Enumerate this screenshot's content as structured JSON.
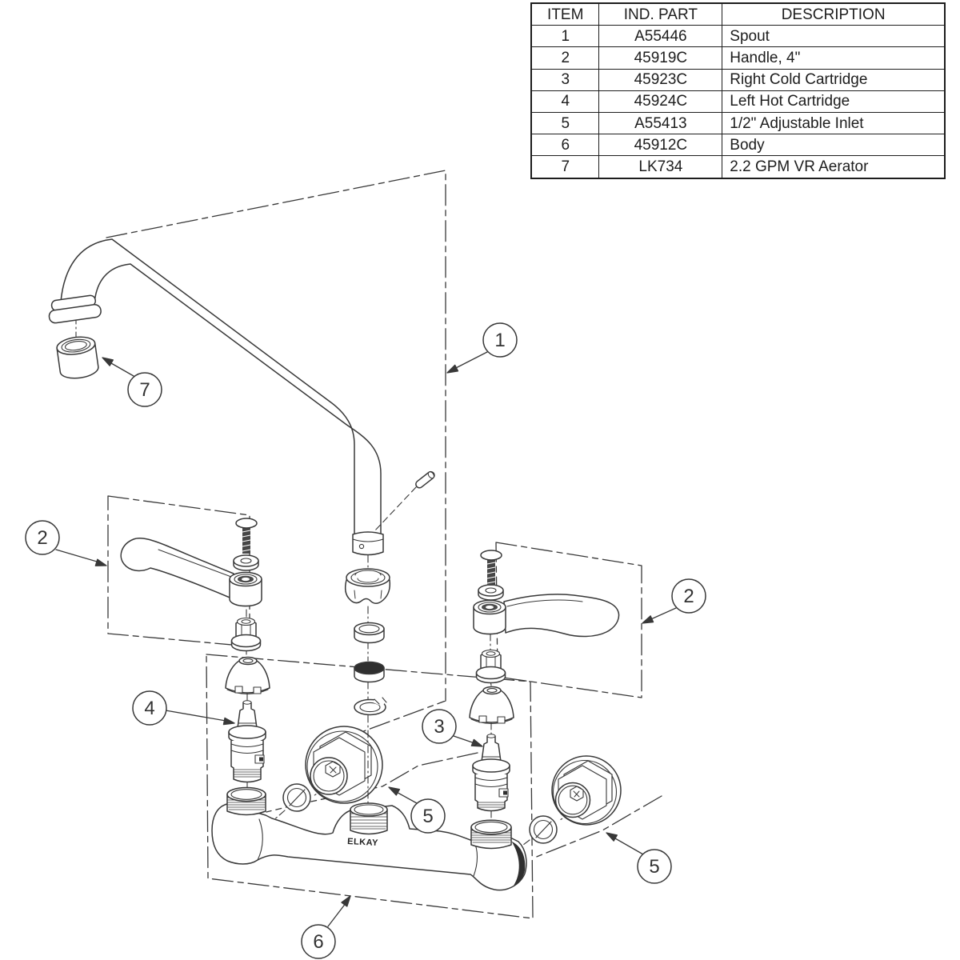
{
  "parts_table": {
    "headers": [
      "ITEM",
      "IND. PART",
      "DESCRIPTION"
    ],
    "rows": [
      {
        "item": "1",
        "part": "A55446",
        "description": "Spout"
      },
      {
        "item": "2",
        "part": "45919C",
        "description": "Handle, 4\""
      },
      {
        "item": "3",
        "part": "45923C",
        "description": "Right Cold Cartridge"
      },
      {
        "item": "4",
        "part": "45924C",
        "description": "Left Hot Cartridge"
      },
      {
        "item": "5",
        "part": "A55413",
        "description": "1/2\" Adjustable Inlet"
      },
      {
        "item": "6",
        "part": "45912C",
        "description": "Body"
      },
      {
        "item": "7",
        "part": "LK734",
        "description": "2.2 GPM VR Aerator"
      }
    ]
  },
  "diagram": {
    "brand_mark": "ELKAY",
    "callouts": {
      "spout": "1",
      "handle_left": "2",
      "handle_right": "2",
      "right_cold_cartridge": "3",
      "left_hot_cartridge": "4",
      "inlet_left": "5",
      "inlet_right": "5",
      "body": "6",
      "aerator": "7"
    }
  },
  "colors": {
    "line": "#383838",
    "dark_fill": "#2f2f2f",
    "background": "#ffffff"
  }
}
